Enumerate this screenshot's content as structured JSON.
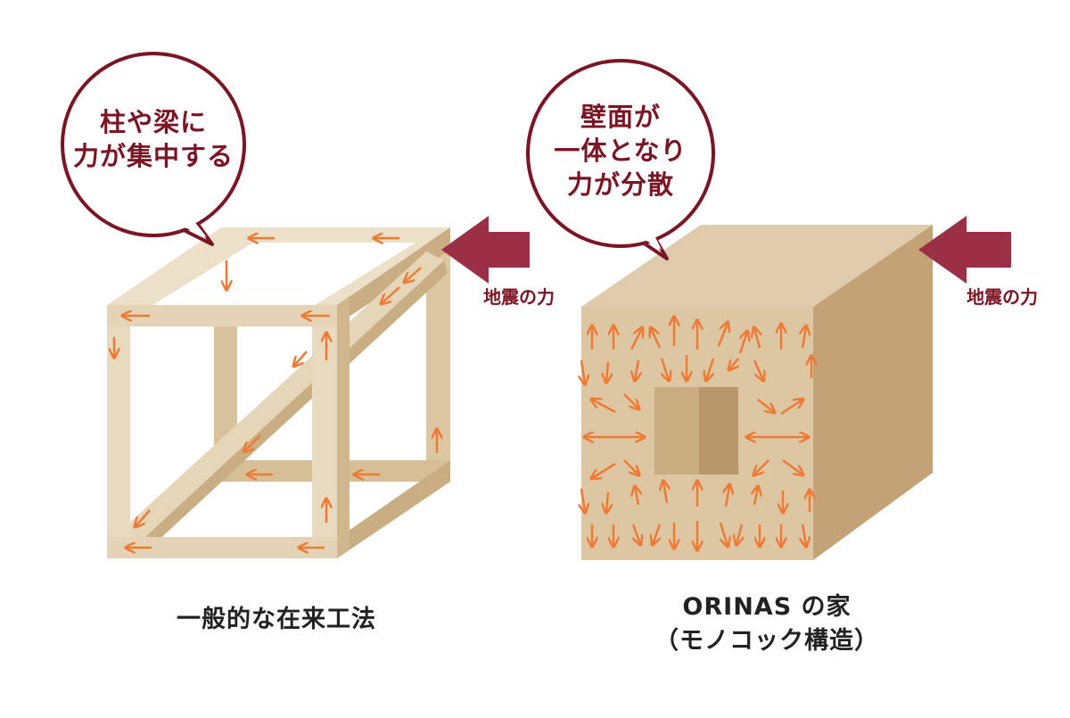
{
  "colors": {
    "accent": "#7b1524",
    "force_arrow": "#9a2f45",
    "stress_arrow": "#ee7a35",
    "wood_light": "#eadcc0",
    "wood_mid": "#dbc5a0",
    "wood_dark": "#c7ab7f"
  },
  "left": {
    "bubble_lines": [
      "柱や梁に",
      "力が集中する"
    ],
    "force_label": "地震の力",
    "caption": "一般的な在来工法"
  },
  "right": {
    "bubble_lines": [
      "壁面が",
      "一体となり",
      "力が分散"
    ],
    "force_label": "地震の力",
    "caption_lines": [
      "ORINAS の家",
      "（モノコック構造）"
    ]
  }
}
